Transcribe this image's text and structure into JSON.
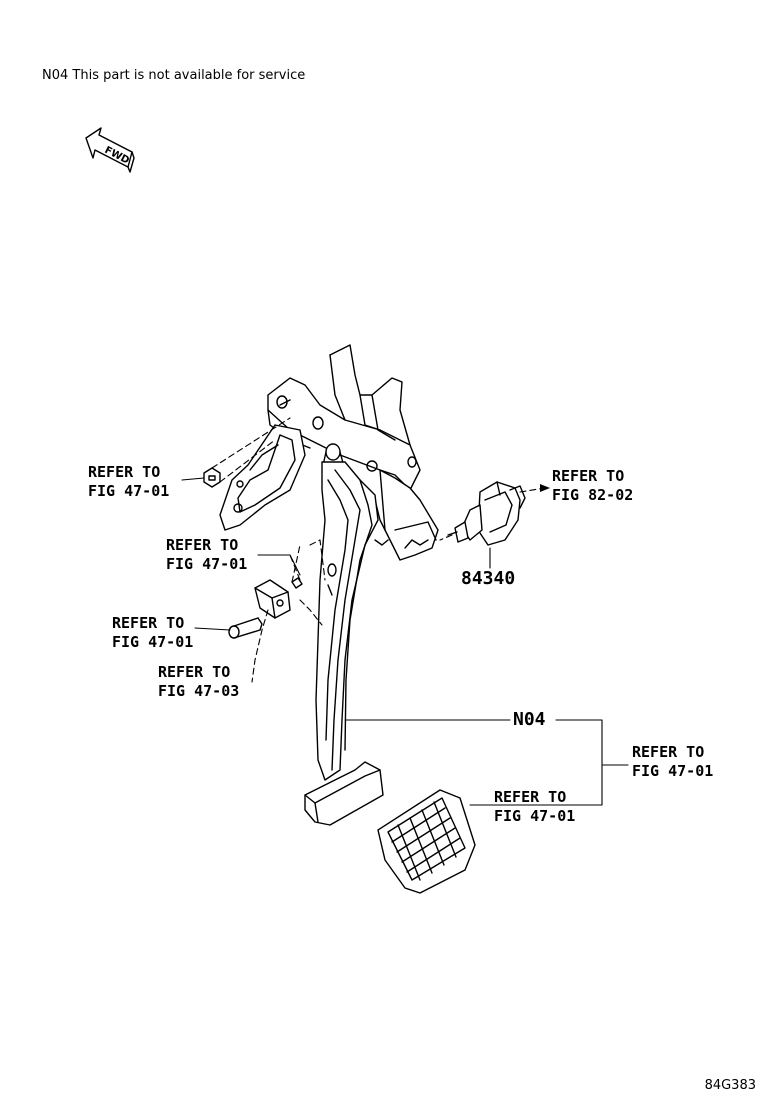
{
  "header": {
    "note": "N04 This part is not available for service"
  },
  "footer": {
    "drawing_code": "84G383"
  },
  "fwd_arrow": {
    "label": "FWD"
  },
  "callouts": {
    "refer_nut": {
      "line1": "REFER TO",
      "line2": "FIG 47-01"
    },
    "refer_clip": {
      "line1": "REFER TO",
      "line2": "FIG 47-01"
    },
    "refer_pin": {
      "line1": "REFER TO",
      "line2": "FIG 47-01"
    },
    "refer_stopper": {
      "line1": "REFER TO",
      "line2": "FIG 47-03"
    },
    "refer_connector": {
      "line1": "REFER TO",
      "line2": "FIG 82-02"
    },
    "refer_bracket_r": {
      "line1": "REFER TO",
      "line2": "FIG 47-01"
    },
    "refer_pad": {
      "line1": "REFER TO",
      "line2": "FIG 47-01"
    }
  },
  "parts": {
    "switch": {
      "number": "84340"
    },
    "pedal": {
      "number": "N04"
    }
  }
}
